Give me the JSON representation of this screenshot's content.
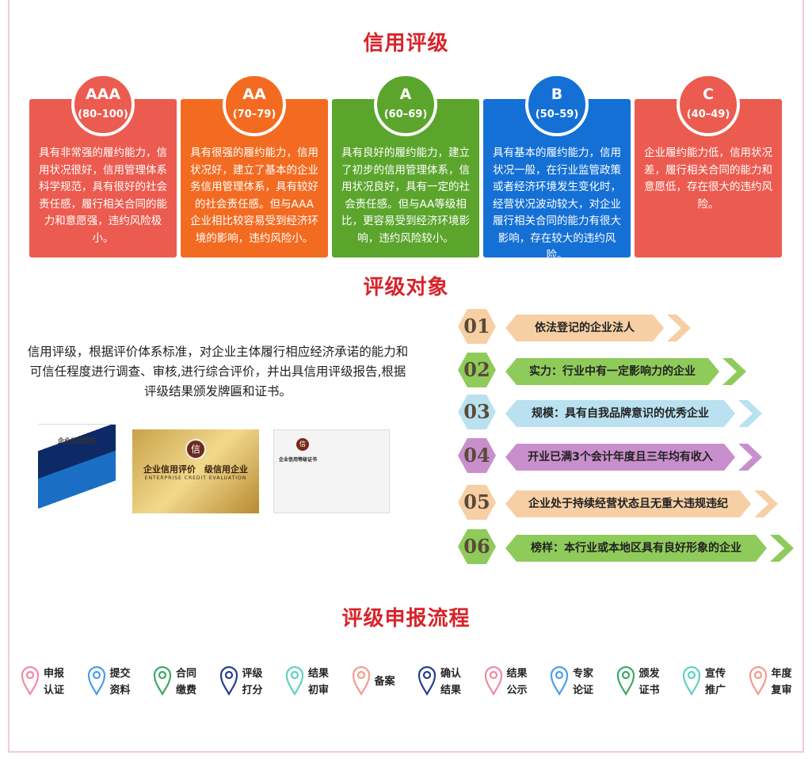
{
  "titles": {
    "rating": "信用评级",
    "objects": "评级对象",
    "process": "评级申报流程"
  },
  "colors": {
    "title": "#d8232a",
    "AAA": "#ec5b4f",
    "AA": "#f36b21",
    "A": "#5ba52d",
    "B": "#1570d6",
    "C": "#ec5b4f"
  },
  "grades": [
    {
      "grade": "AAA",
      "range": "(80–100)",
      "color": "#ec5b4f",
      "text": "具有非常强的履约能力，信用状况很好，信用管理体系科学规范，具有很好的社会责任感，履行相关合同的能力和意愿强，违约风险极小。"
    },
    {
      "grade": "AA",
      "range": "(70–79)",
      "color": "#f36b21",
      "text": "具有很强的履约能力，信用状况好，建立了基本的企业务信用管理体系，具有较好的社会责任感。但与AAA企业相比较容易受到经济环境的影响，违约风险小。"
    },
    {
      "grade": "A",
      "range": "(60–69)",
      "color": "#5ba52d",
      "text": "具有良好的履约能力，建立了初步的信用管理体系，信用状况良好，具有一定的社会责任感。但与AA等级相比，更容易受到经济环境影响，违约风险较小。"
    },
    {
      "grade": "B",
      "range": "(50–59)",
      "color": "#1570d6",
      "text": "具有基本的履约能力，信用状况一般，在行业监管政策或者经济环境发生变化时，经营状况波动较大，对企业履行相关合同的能力有很大影响，存在较大的违约风险。"
    },
    {
      "grade": "C",
      "range": "(40–49)",
      "color": "#ec5b4f",
      "text": "企业履约能力低，信用状况差，履行相关合同的能力和意愿低，存在很大的违约风险。"
    }
  ],
  "intro": "信用评级，根据评价体系标准，对企业主体履行相应经济承诺的能力和可信任程度进行调查、审核,进行综合评价，并出具信用评级报告,根据评级结果颁发牌匾和证书。",
  "images": {
    "report_title": "企业信用报告",
    "plaque_title": "企业信用评价　级信用企业",
    "plaque_en": "ENTERPRISE CREDIT EVALUATION",
    "cert_title": "企业信用等级证书",
    "seal": "信"
  },
  "objects": [
    {
      "num": "01",
      "text": "依法登记的企业法人",
      "color": "#f7cfa4"
    },
    {
      "num": "02",
      "text": "实力：行业中有一定影响力的企业",
      "color": "#8fcb5a"
    },
    {
      "num": "03",
      "text": "规模：具有自我品牌意识的优秀企业",
      "color": "#b9e1f0"
    },
    {
      "num": "04",
      "text": "开业已满3个会计年度且三年均有收入",
      "color": "#c98fcc"
    },
    {
      "num": "05",
      "text": "企业处于持续经营状态且无重大违规违纪",
      "color": "#f7cfa4"
    },
    {
      "num": "06",
      "text": "榜样：本行业或本地区具有良好形象的企业",
      "color": "#8fcb5a"
    }
  ],
  "steps": [
    {
      "l1": "申报",
      "l2": "认证",
      "color": "#f08aa4",
      "icon": "map-pin"
    },
    {
      "l1": "提交",
      "l2": "资料",
      "color": "#4c9ee8",
      "icon": "map-pin"
    },
    {
      "l1": "合同",
      "l2": "缴费",
      "color": "#3fa86a",
      "icon": "map-pin"
    },
    {
      "l1": "评级",
      "l2": "打分",
      "color": "#23408f",
      "icon": "map-pin"
    },
    {
      "l1": "结果",
      "l2": "初审",
      "color": "#5fd3c0",
      "icon": "map-pin"
    },
    {
      "l1": "备案",
      "l2": "",
      "color": "#f39c8e",
      "icon": "map-pin"
    },
    {
      "l1": "确认",
      "l2": "结果",
      "color": "#23408f",
      "icon": "map-pin"
    },
    {
      "l1": "结果",
      "l2": "公示",
      "color": "#f08aa4",
      "icon": "map-pin"
    },
    {
      "l1": "专家",
      "l2": "论证",
      "color": "#4c9ee8",
      "icon": "map-pin"
    },
    {
      "l1": "颁发",
      "l2": "证书",
      "color": "#3fa86a",
      "icon": "map-pin"
    },
    {
      "l1": "宣传",
      "l2": "推广",
      "color": "#5fd3c0",
      "icon": "map-pin"
    },
    {
      "l1": "年度",
      "l2": "复审",
      "color": "#f39c8e",
      "icon": "map-pin"
    }
  ]
}
